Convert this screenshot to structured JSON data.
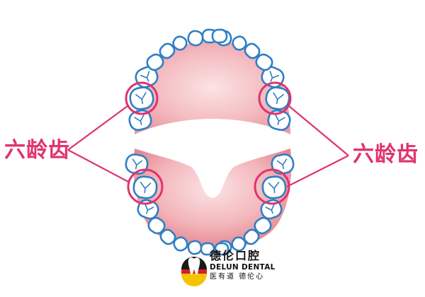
{
  "colors": {
    "accent": "#e0336e",
    "tooth_outline": "#2f7fc4",
    "tooth_fill": "#ffffff",
    "gum": "#f2b8bd",
    "gum_inner": "#e98f98",
    "logo_black": "#1a1a1a",
    "logo_red": "#d61f26",
    "logo_gold": "#f5c400"
  },
  "callouts": {
    "left_label": "六龄齿",
    "right_label": "六龄齿"
  },
  "logo": {
    "chinese_name": "德伦口腔",
    "english_name": "DELUN DENTAL",
    "slogan": "医有道 德伦心"
  },
  "icons": [
    "upper-dental-arch",
    "lower-dental-arch",
    "molar-highlight-circle",
    "tooth-logo-icon"
  ]
}
